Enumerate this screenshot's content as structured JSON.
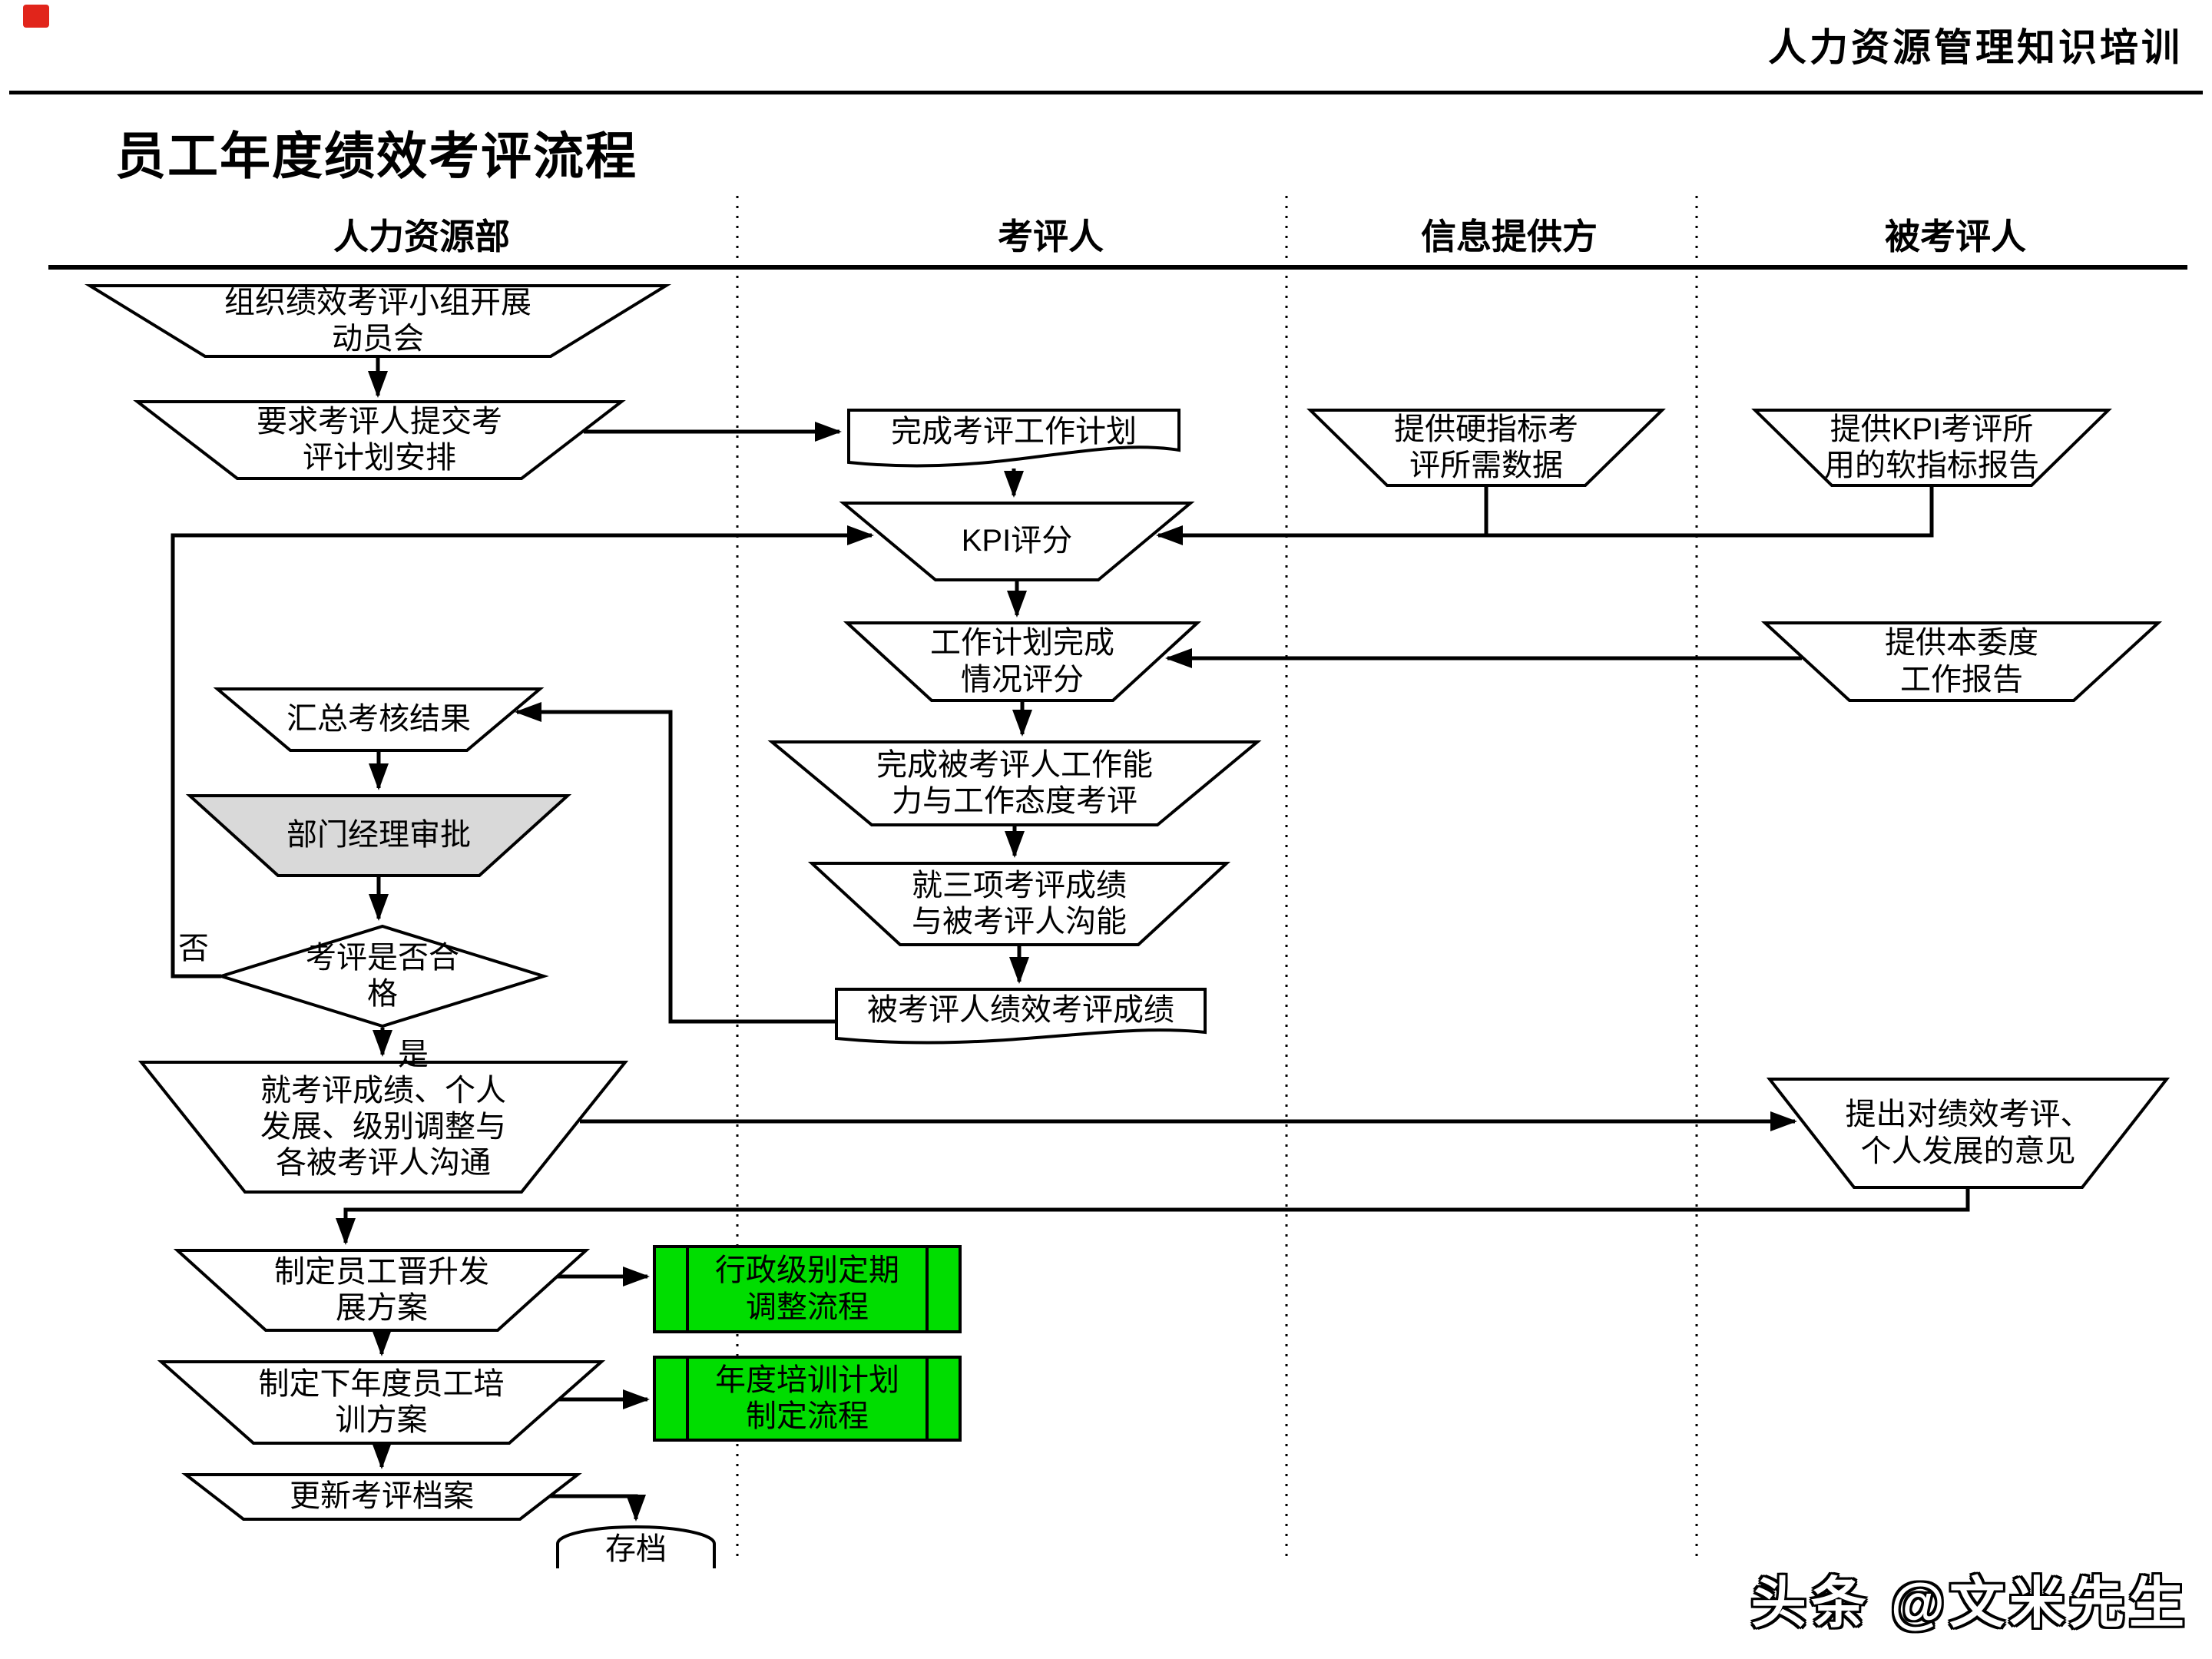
{
  "page": {
    "header_right": "人力资源管理知识培训",
    "title": "员工年度绩效考评流程",
    "watermark": "头条 @文米先生"
  },
  "lanes": [
    {
      "label": "人力资源部"
    },
    {
      "label": "考评人"
    },
    {
      "label": "信息提供方"
    },
    {
      "label": "被考评人"
    }
  ],
  "decision_labels": {
    "no": "否",
    "yes": "是"
  },
  "colors": {
    "process_green": "#00dd00",
    "approval_gray": "#d9d9d9",
    "line": "#000000",
    "background": "#ffffff",
    "logo_red": "#e1251b"
  },
  "nodes": {
    "n1": {
      "label": "组织绩效考评小组开展\n动员会",
      "shape": "trapezoid",
      "lane": "人力资源部"
    },
    "n2": {
      "label": "要求考评人提交考\n评计划安排",
      "shape": "trapezoid",
      "lane": "人力资源部"
    },
    "n3": {
      "label": "完成考评工作计划",
      "shape": "document",
      "lane": "考评人"
    },
    "n4": {
      "label": "KPI评分",
      "shape": "trapezoid",
      "lane": "考评人"
    },
    "n5": {
      "label": "工作计划完成\n情况评分",
      "shape": "trapezoid",
      "lane": "考评人"
    },
    "n6": {
      "label": "完成被考评人工作能\n力与工作态度考评",
      "shape": "trapezoid",
      "lane": "考评人"
    },
    "n7": {
      "label": "就三项考评成绩\n与被考评人沟能",
      "shape": "trapezoid",
      "lane": "考评人"
    },
    "n8": {
      "label": "被考评人绩效考评成绩",
      "shape": "document",
      "lane": "考评人"
    },
    "n9": {
      "label": "汇总考核结果",
      "shape": "trapezoid",
      "lane": "人力资源部"
    },
    "n10": {
      "label": "部门经理审批",
      "shape": "trapezoid",
      "fill": "#d9d9d9",
      "lane": "人力资源部"
    },
    "n11": {
      "label": "考评是否合格",
      "shape": "diamond",
      "lane": "人力资源部"
    },
    "n12": {
      "label": "就考评成绩、个人\n发展、级别调整与\n各被考评人沟通",
      "shape": "trapezoid",
      "lane": "人力资源部"
    },
    "n13": {
      "label": "提出对绩效考评、\n个人发展的意见",
      "shape": "trapezoid",
      "lane": "被考评人"
    },
    "n14": {
      "label": "制定员工晋升发\n展方案",
      "shape": "trapezoid",
      "lane": "人力资源部"
    },
    "n15": {
      "label": "制定下年度员工培\n训方案",
      "shape": "trapezoid",
      "lane": "人力资源部"
    },
    "n16": {
      "label": "更新考评档案",
      "shape": "trapezoid",
      "lane": "人力资源部"
    },
    "n17": {
      "label": "存档",
      "shape": "cylinder",
      "lane": "人力资源部"
    },
    "n18": {
      "label": "提供硬指标考\n评所需数据",
      "shape": "trapezoid",
      "lane": "信息提供方"
    },
    "n19": {
      "label": "提供KPI考评所\n用的软指标报告",
      "shape": "trapezoid",
      "lane": "被考评人"
    },
    "n20": {
      "label": "提供本委度\n工作报告",
      "shape": "trapezoid",
      "lane": "被考评人"
    },
    "g1": {
      "label": "行政级别定期\n调整流程",
      "shape": "predefined-process",
      "fill": "#00dd00"
    },
    "g2": {
      "label": "年度培训计划\n制定流程",
      "shape": "predefined-process",
      "fill": "#00dd00"
    }
  }
}
